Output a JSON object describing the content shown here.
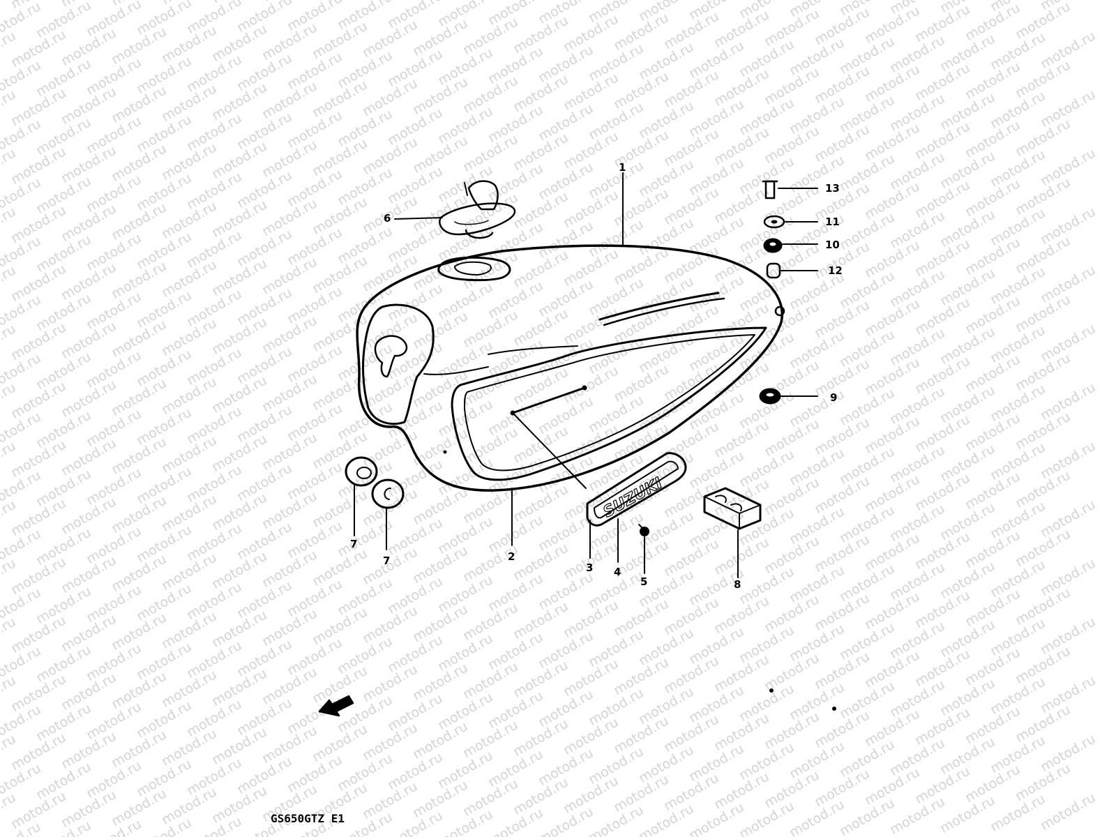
{
  "watermark": "motod.ru",
  "model_code": "GS650GTZ E1",
  "parts": [
    {
      "id": 1,
      "label": "1"
    },
    {
      "id": 2,
      "label": "2"
    },
    {
      "id": 3,
      "label": "3"
    },
    {
      "id": 4,
      "label": "4"
    },
    {
      "id": 5,
      "label": "5"
    },
    {
      "id": 6,
      "label": "6"
    },
    {
      "id": 7,
      "label": "7"
    },
    {
      "id": 8,
      "label": "7"
    },
    {
      "id": 9,
      "label": "8"
    },
    {
      "id": 10,
      "label": "9"
    },
    {
      "id": 11,
      "label": "10"
    },
    {
      "id": 12,
      "label": "11"
    },
    {
      "id": 13,
      "label": "12"
    },
    {
      "id": 14,
      "label": "13"
    }
  ]
}
